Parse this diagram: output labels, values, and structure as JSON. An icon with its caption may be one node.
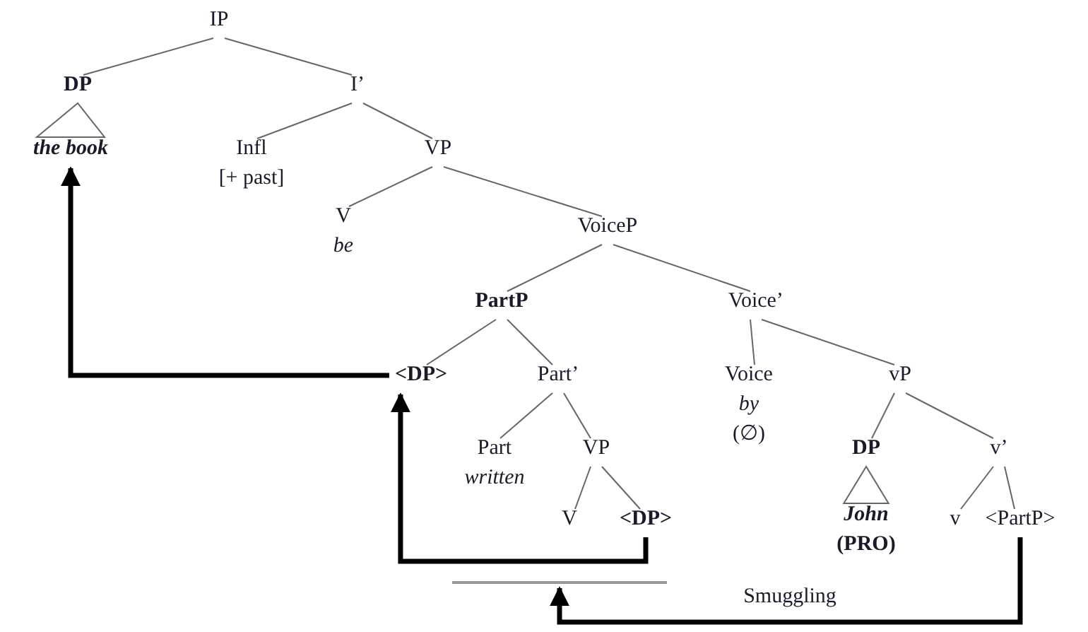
{
  "diagram": {
    "nodes": [
      {
        "text": [
          "IP"
        ]
      },
      {
        "text": [
          "DP"
        ]
      },
      {
        "text": [
          "the book"
        ]
      },
      {
        "text": [
          "I’"
        ]
      },
      {
        "text": [
          "Infl",
          "[+ past]"
        ]
      },
      {
        "text": [
          "VP"
        ]
      },
      {
        "text": [
          "V",
          "be"
        ]
      },
      {
        "text": [
          "VoiceP"
        ]
      },
      {
        "text": [
          "PartP"
        ]
      },
      {
        "text": [
          "<DP>"
        ]
      },
      {
        "text": [
          "Part’"
        ]
      },
      {
        "text": [
          "Part",
          "written"
        ]
      },
      {
        "text": [
          "VP"
        ]
      },
      {
        "text": [
          "V"
        ]
      },
      {
        "text": [
          "<DP>"
        ]
      },
      {
        "text": [
          "Voice’"
        ]
      },
      {
        "text": [
          "Voice",
          "by",
          "(∅)"
        ]
      },
      {
        "text": [
          "vP"
        ]
      },
      {
        "text": [
          "DP"
        ]
      },
      {
        "text": [
          "John",
          "(PRO)"
        ]
      },
      {
        "text": [
          "v’"
        ]
      },
      {
        "text": [
          "v"
        ]
      },
      {
        "text": [
          "<PartP>"
        ]
      },
      {
        "text": [],
        "shape": "bar"
      }
    ],
    "edges": [
      {
        "from": 0,
        "to": 1,
        "arrow": "none"
      },
      {
        "from": 0,
        "to": 3,
        "arrow": "none"
      },
      {
        "from": 1,
        "to": 2,
        "arrow": "none"
      },
      {
        "from": 3,
        "to": 4,
        "arrow": "none"
      },
      {
        "from": 3,
        "to": 5,
        "arrow": "none"
      },
      {
        "from": 5,
        "to": 6,
        "arrow": "none"
      },
      {
        "from": 5,
        "to": 7,
        "arrow": "none"
      },
      {
        "from": 7,
        "to": 8,
        "arrow": "none"
      },
      {
        "from": 7,
        "to": 15,
        "arrow": "none"
      },
      {
        "from": 8,
        "to": 9,
        "arrow": "none"
      },
      {
        "from": 8,
        "to": 10,
        "arrow": "none"
      },
      {
        "from": 10,
        "to": 11,
        "arrow": "none"
      },
      {
        "from": 10,
        "to": 12,
        "arrow": "none"
      },
      {
        "from": 12,
        "to": 13,
        "arrow": "none"
      },
      {
        "from": 12,
        "to": 14,
        "arrow": "none"
      },
      {
        "from": 15,
        "to": 16,
        "arrow": "none"
      },
      {
        "from": 15,
        "to": 17,
        "arrow": "none"
      },
      {
        "from": 17,
        "to": 18,
        "arrow": "none"
      },
      {
        "from": 17,
        "to": 20,
        "arrow": "none"
      },
      {
        "from": 18,
        "to": 19,
        "arrow": "none"
      },
      {
        "from": 20,
        "to": 21,
        "arrow": "none"
      },
      {
        "from": 20,
        "to": 22,
        "arrow": "none"
      },
      {
        "from": 14,
        "to": 9,
        "arrow": "to",
        "style": "thick",
        "color": "#000000"
      },
      {
        "from": 9,
        "to": 2,
        "arrow": "to",
        "style": "thick",
        "color": "#000000"
      },
      {
        "from": 22,
        "to": 23,
        "arrow": "to",
        "label": "Smuggling",
        "style": "thick",
        "color": "#000000"
      }
    ]
  }
}
